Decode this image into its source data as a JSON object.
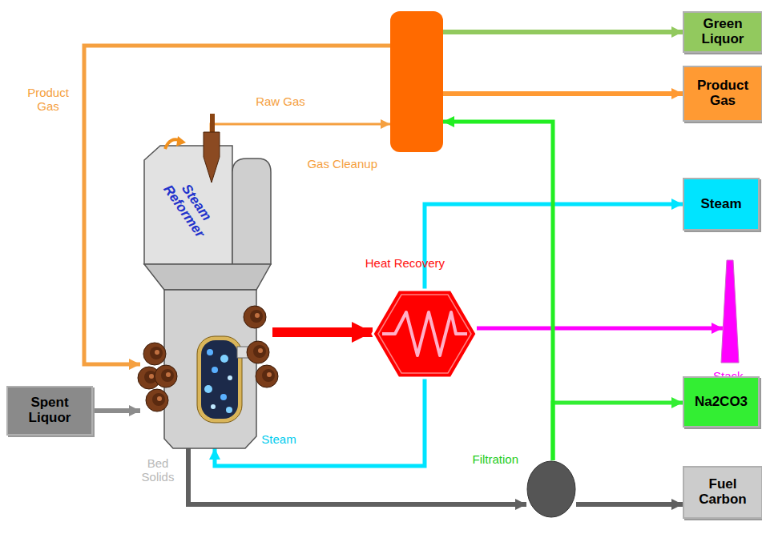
{
  "diagram": {
    "nodes": [
      {
        "text": [
          "Spent Liquor"
        ]
      },
      {
        "text": [
          "Steam Reformer"
        ]
      },
      {
        "text": [
          "Gas Cleanup"
        ]
      },
      {
        "text": [
          "Heat Recovery"
        ]
      },
      {
        "text": [
          "Filtration"
        ]
      },
      {
        "text": [
          "Green Liquor"
        ]
      },
      {
        "text": [
          "Product Gas"
        ]
      },
      {
        "text": [
          "Steam"
        ]
      },
      {
        "text": [
          "Stack"
        ]
      },
      {
        "text": [
          "Na2CO3"
        ]
      },
      {
        "text": [
          "Fuel Carbon"
        ]
      }
    ],
    "edges": [
      {
        "from": 0,
        "to": 1,
        "arrow": "to"
      },
      {
        "from": 1,
        "to": 2,
        "arrow": "to",
        "label": "Raw Gas"
      },
      {
        "from": 2,
        "to": 5,
        "arrow": "to"
      },
      {
        "from": 2,
        "to": 6,
        "arrow": "to"
      },
      {
        "from": 2,
        "to": 1,
        "arrow": "to",
        "label": "Product Gas"
      },
      {
        "from": 1,
        "to": 3,
        "arrow": "to"
      },
      {
        "from": 3,
        "to": 7,
        "arrow": "to"
      },
      {
        "from": 3,
        "to": 1,
        "arrow": "to",
        "label": "Steam"
      },
      {
        "from": 3,
        "to": 8,
        "arrow": "to"
      },
      {
        "from": 1,
        "to": 4,
        "arrow": "to",
        "label": "Bed Solids"
      },
      {
        "from": 4,
        "to": 10,
        "arrow": "to"
      },
      {
        "from": 4,
        "to": 9,
        "arrow": "to"
      },
      {
        "from": 4,
        "to": 2,
        "arrow": "to"
      }
    ]
  }
}
